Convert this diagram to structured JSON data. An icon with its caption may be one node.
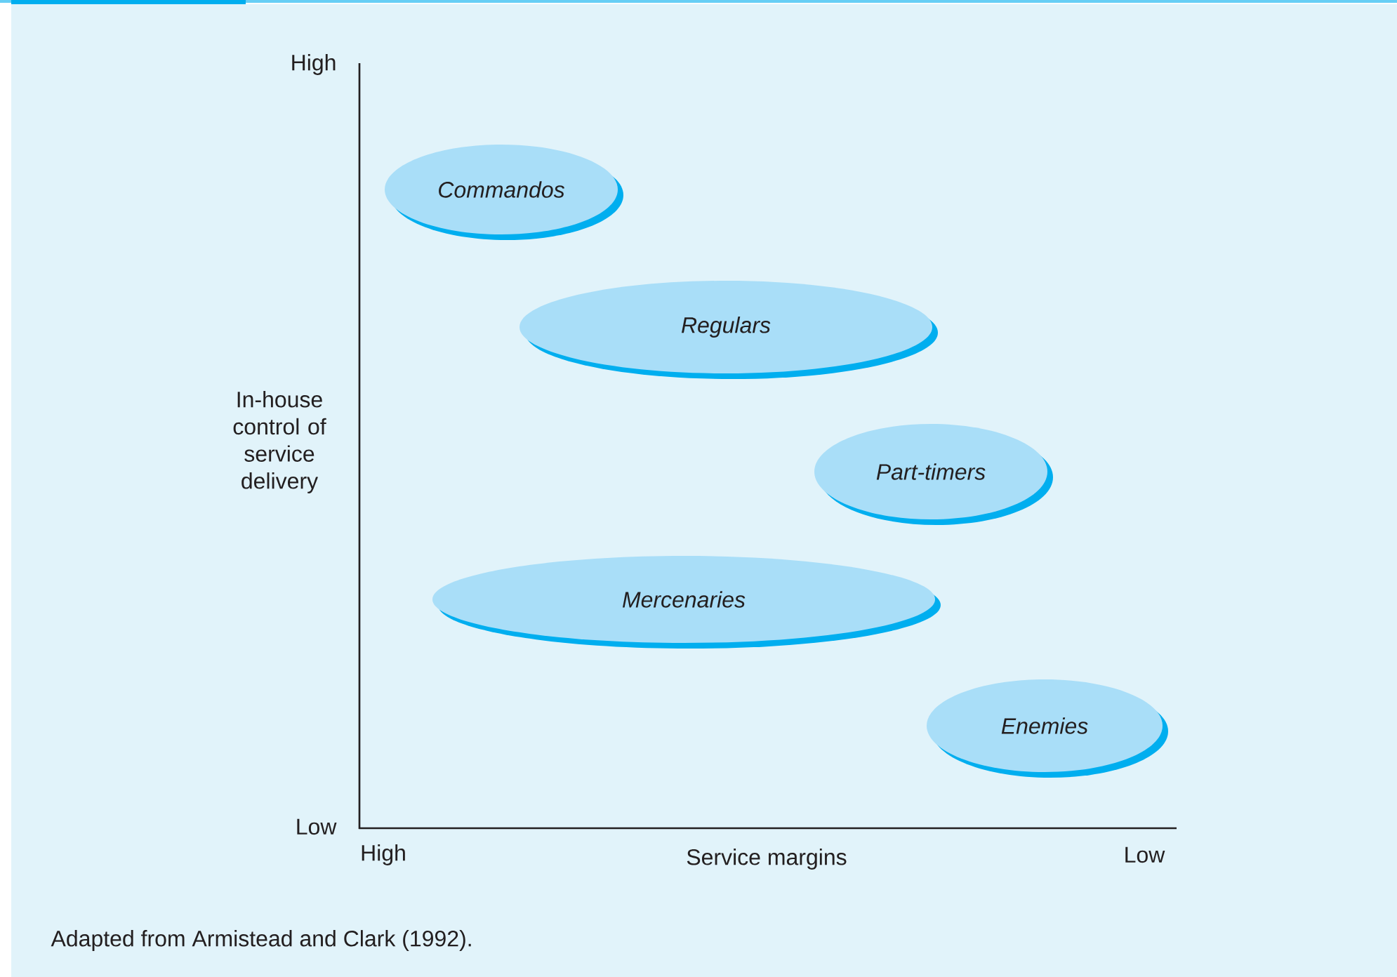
{
  "diagram": {
    "caption": "Adapted from Armistead and Clark (1992).",
    "nodes": [
      {
        "text": [
          "Commandos"
        ]
      },
      {
        "text": [
          "Regulars"
        ]
      },
      {
        "text": [
          "Part-timers"
        ]
      },
      {
        "text": [
          "Mercenaries"
        ]
      },
      {
        "text": [
          "Enemies"
        ]
      }
    ],
    "labels": [
      "High",
      "In-house control of service delivery",
      "Low",
      "High",
      "Service margins",
      "Low"
    ]
  }
}
